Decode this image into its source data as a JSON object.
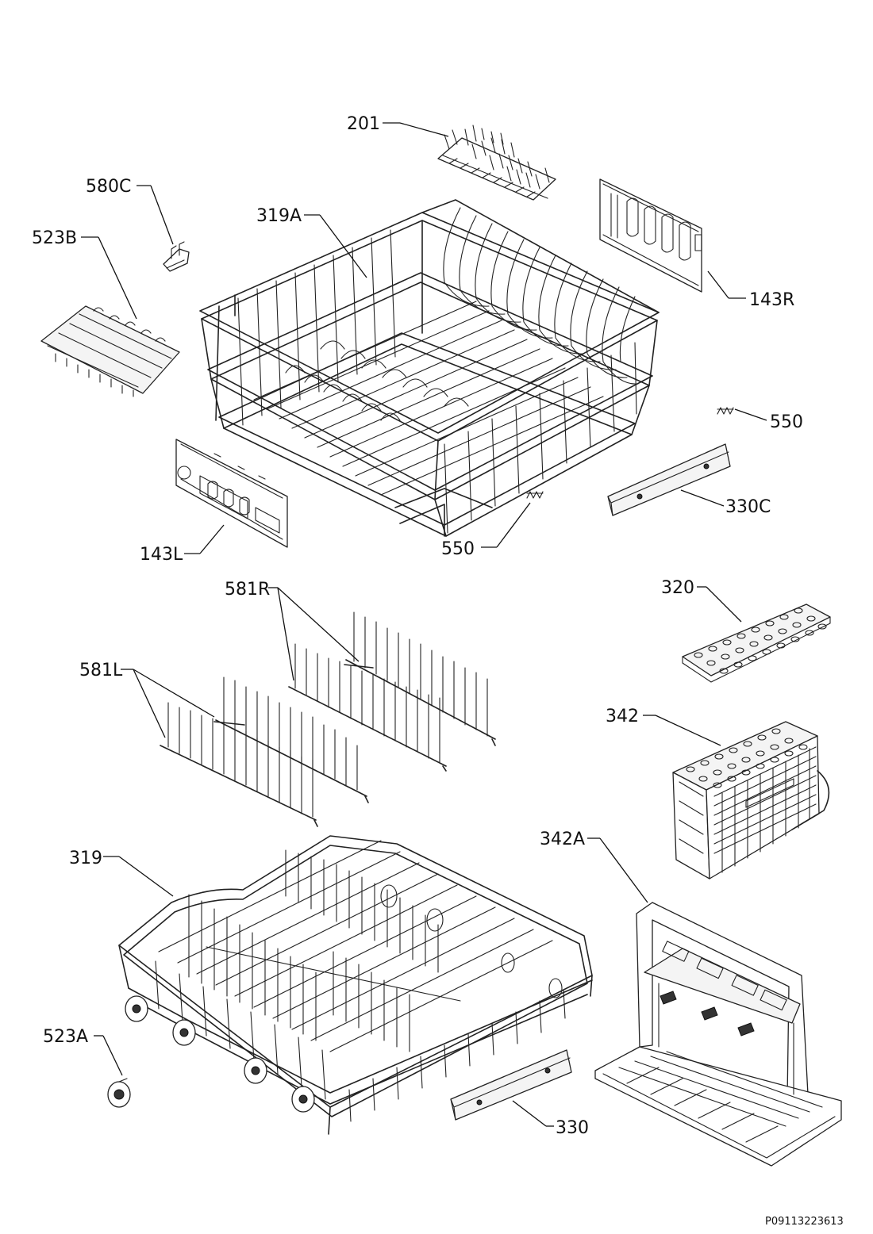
{
  "labels": {
    "l201": "201",
    "l580C": "580C",
    "l319A": "319A",
    "l523B": "523B",
    "l143R": "143R",
    "l550a": "550",
    "l330C": "330C",
    "l143L": "143L",
    "l550b": "550",
    "l581R": "581R",
    "l320": "320",
    "l581L": "581L",
    "l342": "342",
    "l342A": "342A",
    "l319": "319",
    "l523A": "523A",
    "l330": "330"
  },
  "document_code": "P09113223613"
}
